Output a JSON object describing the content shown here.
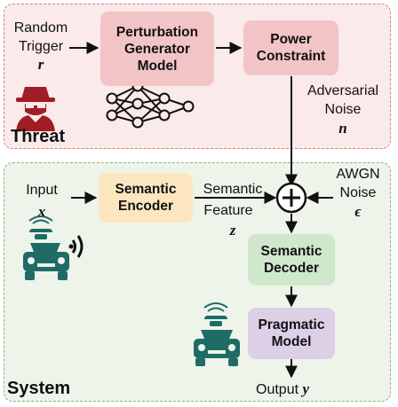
{
  "threat": {
    "label": "Threat",
    "trigger_label_1": "Random",
    "trigger_label_2": "Trigger",
    "trigger_symbol": "r",
    "generator_label": "Perturbation Generator Model",
    "power_label": "Power Constraint",
    "noise_label_1": "Adversarial",
    "noise_label_2": "Noise",
    "noise_symbol": "n",
    "icons": [
      "hacker-icon",
      "neural-network-icon"
    ]
  },
  "system": {
    "label": "System",
    "input_label": "Input",
    "input_symbol": "x",
    "encoder_label": "Semantic Encoder",
    "feature_label_1": "Semantic",
    "feature_label_2": "Feature",
    "feature_symbol": "z",
    "awgn_label_1": "AWGN",
    "awgn_label_2": "Noise",
    "awgn_symbol": "ϵ",
    "decoder_label": "Semantic Decoder",
    "pragmatic_label": "Pragmatic Model",
    "output_label": "Output",
    "output_symbol": "y",
    "icons": [
      "car-transmitter-icon",
      "car-receiver-icon",
      "adder-icon"
    ]
  },
  "colors": {
    "threat_bg": "#fbeaea",
    "threat_border": "#d97f84",
    "system_bg": "#eef4ea",
    "system_border": "#8cb57a",
    "generator_fill": "#f3c4c6",
    "power_fill": "#f3c4c6",
    "encoder_fill": "#fbe6bf",
    "decoder_fill": "#cfe8cc",
    "pragmatic_fill": "#dccfe6",
    "car_color": "#1f6b66",
    "hacker_color": "#a11d25"
  }
}
